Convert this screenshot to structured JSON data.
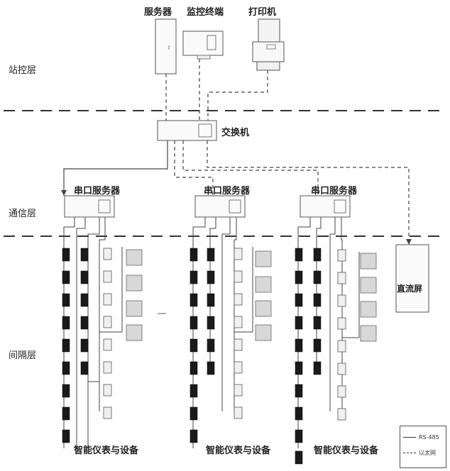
{
  "layers": {
    "station": "站控层",
    "comm": "通信层",
    "bay": "间隔层"
  },
  "devices": {
    "server": "服务器",
    "monitor": "监控终端",
    "printer": "打印机",
    "switch": "交换机",
    "serial_servers": [
      "串口服务器",
      "串口服务器",
      "串口服务器"
    ],
    "dc_screen": "直流屏",
    "smart_groups": [
      "智能仪表与设备",
      "智能仪表与设备",
      "智能仪表与设备"
    ]
  },
  "legend": {
    "rs485": "RS-485",
    "ethernet": "以太网"
  }
}
